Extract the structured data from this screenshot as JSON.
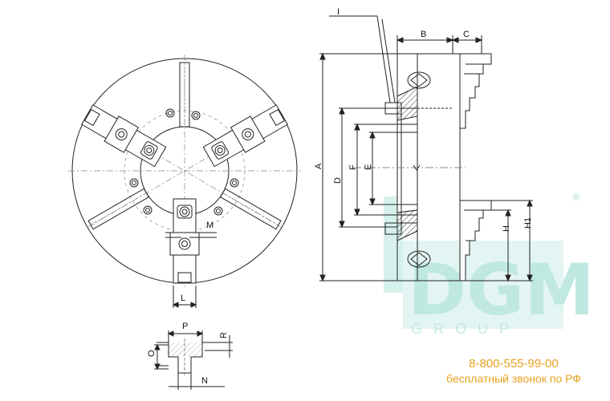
{
  "labels": {
    "A": "A",
    "D": "D",
    "F": "F",
    "E": "E",
    "B": "B",
    "C": "C",
    "I": "I",
    "H": "H",
    "H1": "H1",
    "M": "M",
    "L": "L",
    "P": "P",
    "R": "R",
    "O": "O",
    "N": "N"
  },
  "watermark": {
    "logo": "DGM",
    "sub": "GROUP",
    "reg": "®"
  },
  "contact": {
    "phone": "8-800-555-99-00",
    "note": "бесплатный звонок по РФ"
  },
  "colors": {
    "line": "#222222",
    "watermark": "#bfe8e1",
    "contact": "#e7a21f"
  }
}
